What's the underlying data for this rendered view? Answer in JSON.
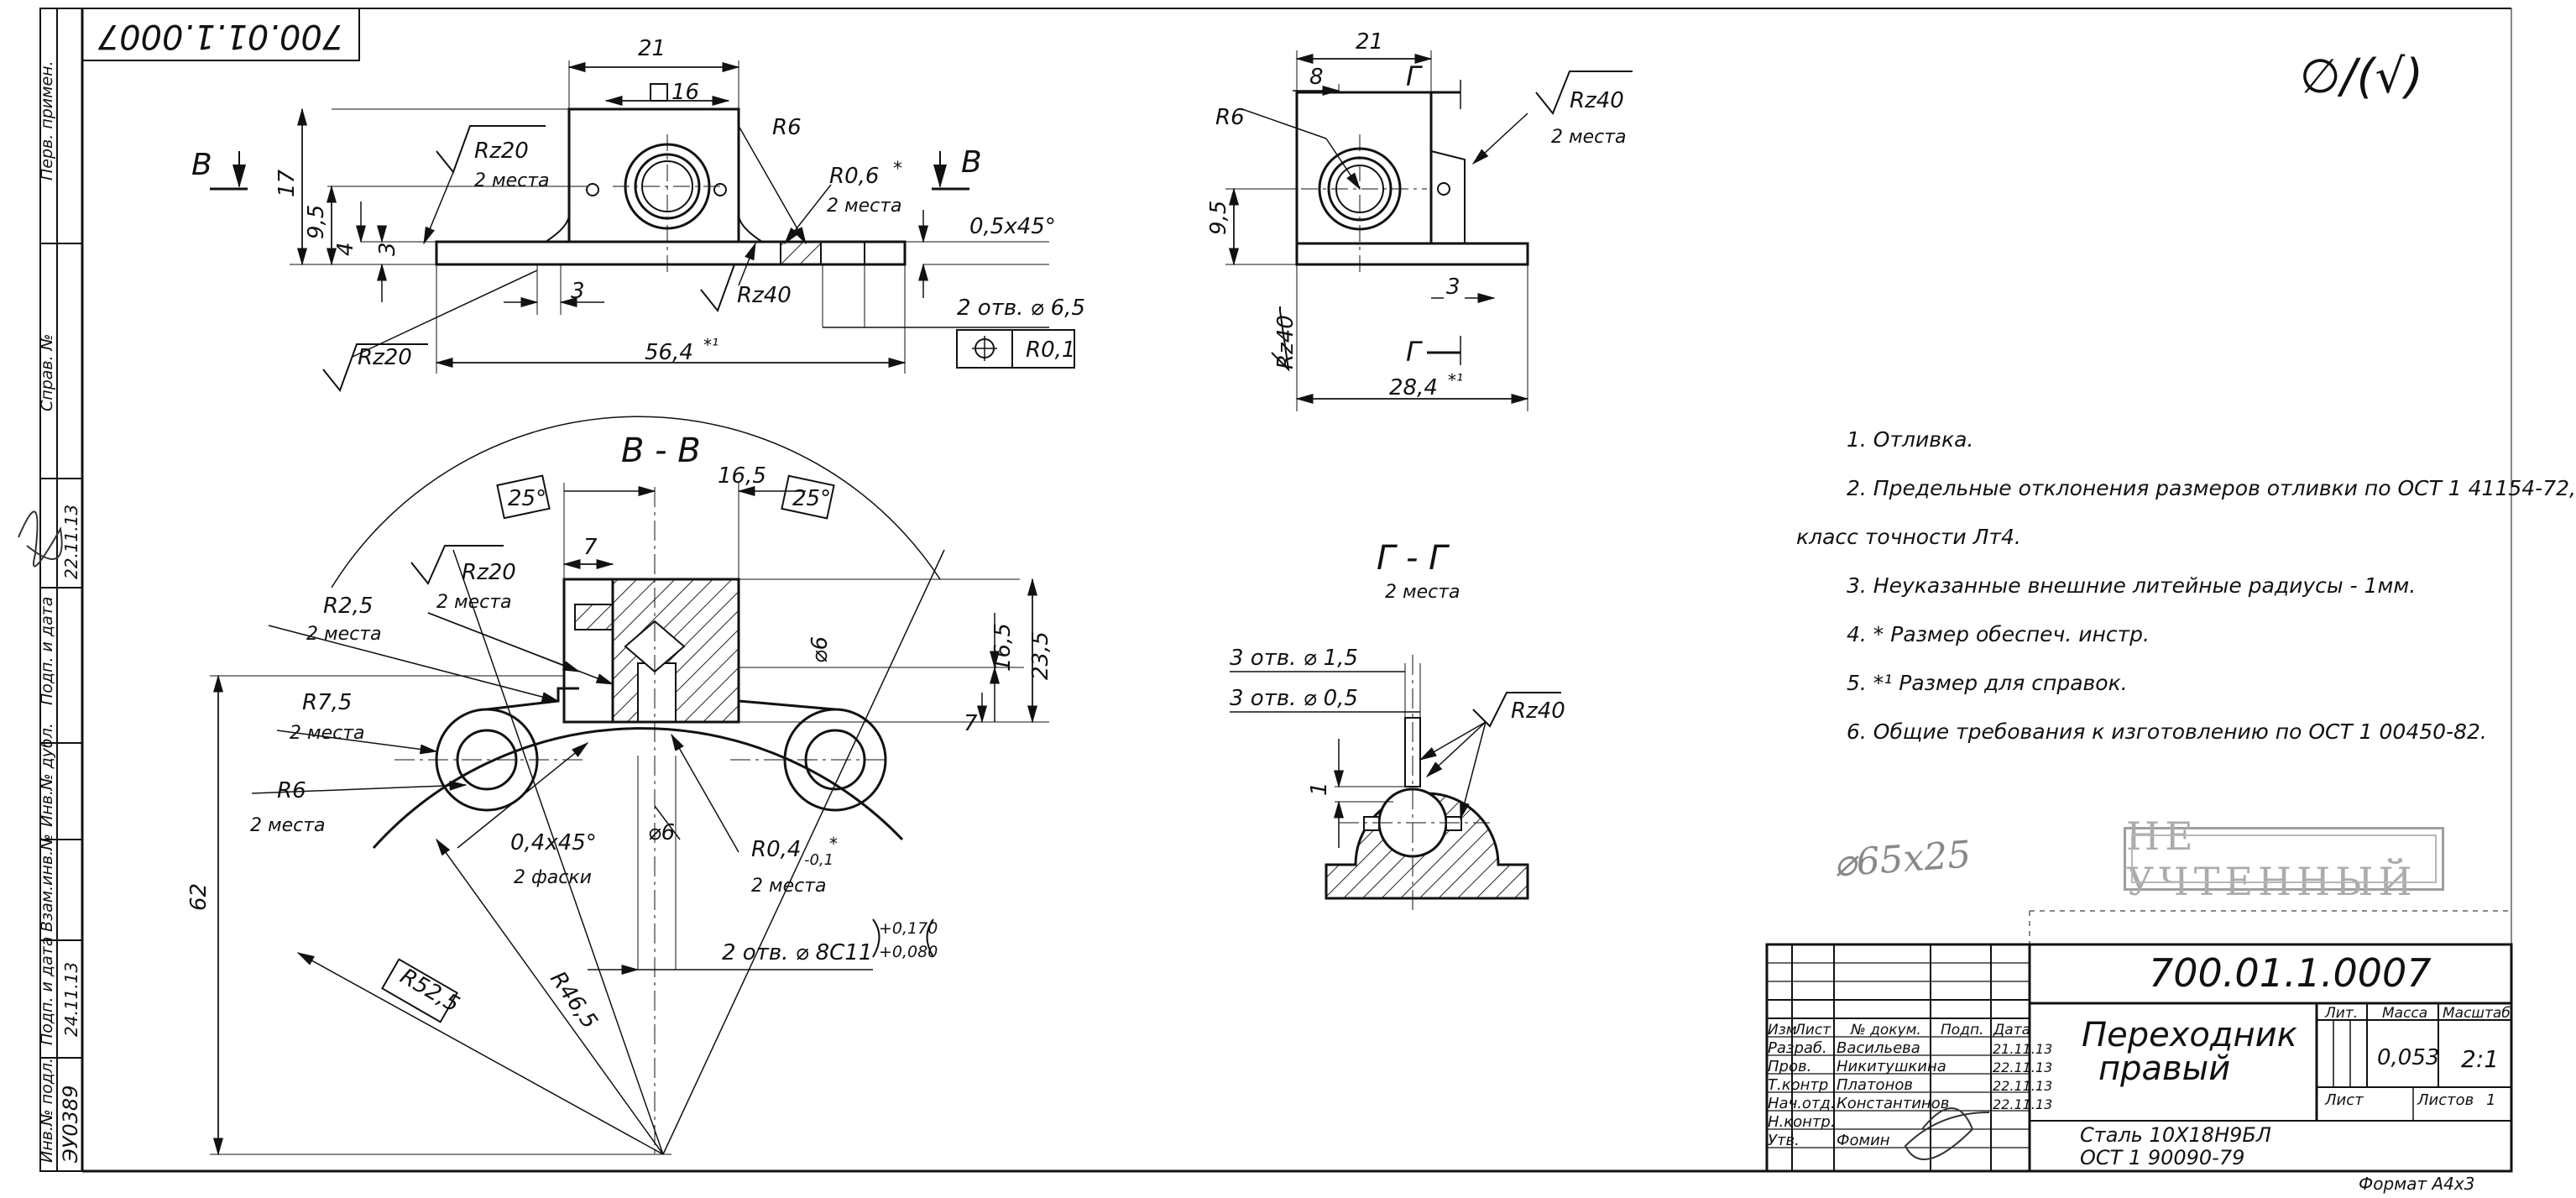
{
  "doc_number": "700.01.1.0007",
  "doc_number_rotated": "700.01.1.0007",
  "roughness_general": "∅/(√)",
  "left_frame": {
    "perv_primen": "Перв. примен.",
    "sprav_no": "Справ. №",
    "podp_i_data_1": "Подп. и дата",
    "inv_dubl": "Инв.№ дубл.",
    "vzam_inv": "Взам.инв.№",
    "podp_i_data_2": "Подп. и дата",
    "inv_podl": "Инв.№ подл.",
    "inv_podl_value": "ЭУ0389",
    "date_1": "22.11.13",
    "date_2": "24.11.13"
  },
  "dims": {
    "d21": "21",
    "sq16": "16",
    "r6": "R6",
    "rz20": "Rz20",
    "two_places": "2 места",
    "r06": "R0,6",
    "star": "*",
    "chamfer05": "0,5x45°",
    "rz40": "Rz40",
    "holes65": "2 отв. ⌀ 6,5",
    "pos_tol": "R0,1",
    "d564": "56,4",
    "star1": "*¹",
    "d17": "17",
    "d95": "9,5",
    "d4": "4",
    "d3": "3",
    "sec_b": "B",
    "d8": "8",
    "sec_g": "Г",
    "rz40_r": "Rz40",
    "two_places_r": "2 места",
    "d284": "28,4",
    "view_bb": "B - B",
    "a25": "25°",
    "d165": "16,5",
    "d7": "7",
    "r25": "R2,5",
    "r75": "R7,5",
    "phi6": "⌀6",
    "d235": "23,5",
    "chamfer04": "0,4x45°",
    "two_chamfers": "2 фаски",
    "r04": "R0,4",
    "r04_tol": "-0,1",
    "holes8": "2 отв. ⌀ 8C11",
    "tol_up": "+0,170",
    "tol_dn": "+0,080",
    "d62": "62",
    "r525": "R52,5",
    "r465": "R46,5",
    "view_gg": "Г - Г",
    "holes15": "3 отв. ⌀ 1,5",
    "holes05": "3 отв. ⌀ 0,5",
    "d1": "1"
  },
  "notes": [
    "1.  Отливка.",
    "2.  Предельные отклонения размеров отливки по ОСТ 1 41154-72,",
    "класс точности Лт4.",
    "3.  Неуказанные внешние литейные радиусы - 1мм.",
    "4.  *  Размер обеспеч. инстр.",
    "5.  *¹ Размер для справок.",
    "6.  Общие требования к изготовлению по ОСТ 1 00450-82."
  ],
  "blank_note": "⌀65x25",
  "stamp": "НЕ УЧТЕННЫЙ",
  "title_block": {
    "doc_number": "700.01.1.0007",
    "name_line1": "Переходник",
    "name_line2": "правый",
    "material_line1": "Сталь 10Х18Н9БЛ",
    "material_line2": "ОСТ 1 90090-79",
    "col_izm": "Изм",
    "col_list": "Лист",
    "col_doc": "№ докум.",
    "col_podp": "Подп.",
    "col_data": "Дата",
    "roles": [
      "Разраб.",
      "Пров.",
      "Т.контр",
      "Нач.отд.",
      "Н.контр.",
      "Утв."
    ],
    "names": [
      "Васильева",
      "Никитушкина",
      "Платонов",
      "Константинов",
      "",
      "Фомин"
    ],
    "dates": [
      "21.11.13",
      "22.11.13",
      "22.11.13",
      "22.11.13",
      "",
      ""
    ],
    "lit": "Лит.",
    "massa": "Масса",
    "masshtab": "Масштаб",
    "mass_value": "0,053",
    "scale_value": "2:1",
    "list": "Лист",
    "listov": "Листов",
    "listov_value": "1",
    "format": "Формат А4х3"
  }
}
